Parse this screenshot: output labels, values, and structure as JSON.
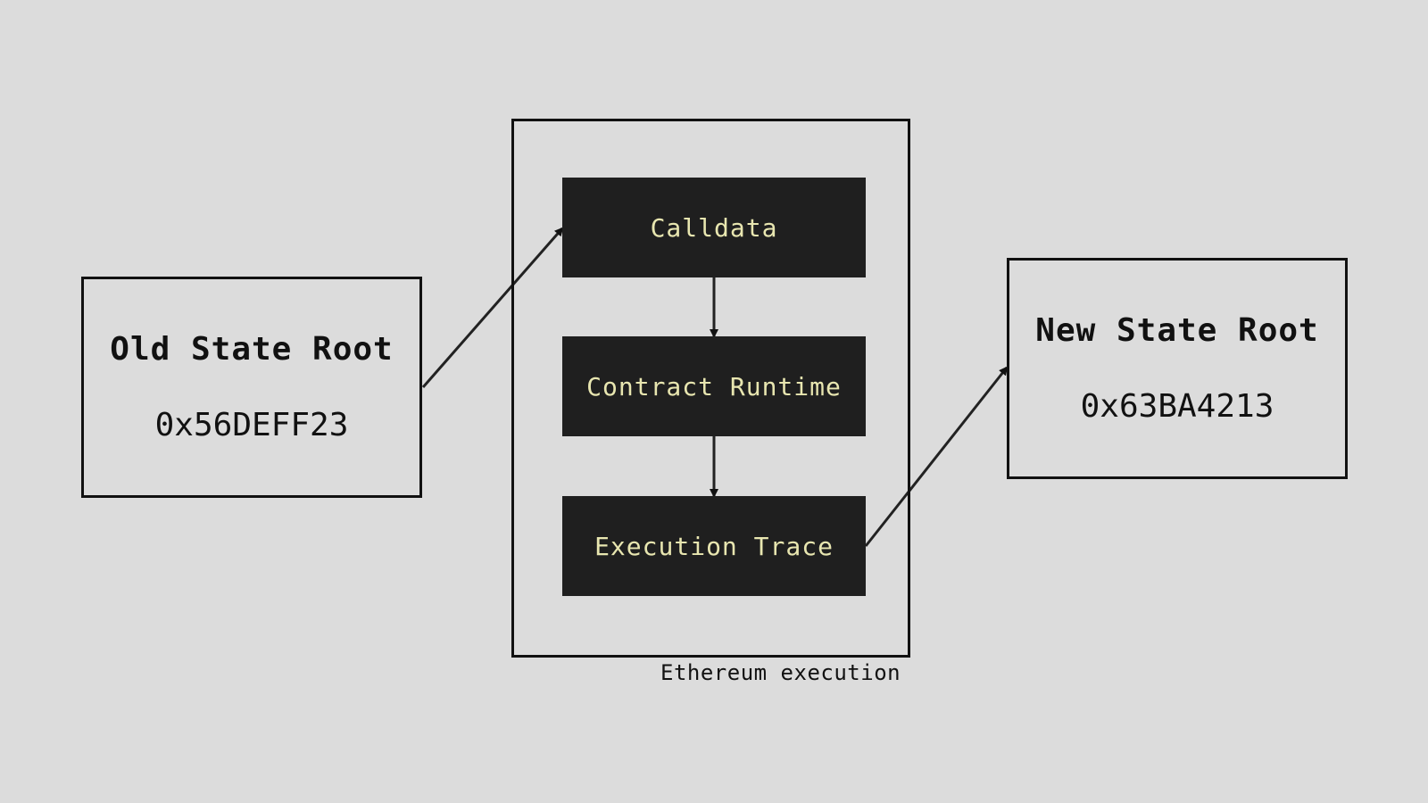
{
  "colors": {
    "background": "#dcdcdc",
    "stroke": "#111111",
    "step_fill": "#1f1f1f",
    "step_text": "#e8e6b0"
  },
  "old_state": {
    "title": "Old State Root",
    "hash": "0x56DEFF23"
  },
  "new_state": {
    "title": "New State Root",
    "hash": "0x63BA4213"
  },
  "execution": {
    "caption": "Ethereum execution",
    "steps": [
      {
        "label": "Calldata"
      },
      {
        "label": "Contract Runtime"
      },
      {
        "label": "Execution Trace"
      }
    ]
  },
  "connectors": [
    {
      "from": "old-state",
      "to": "step-calldata"
    },
    {
      "from": "step-calldata",
      "to": "step-runtime"
    },
    {
      "from": "step-runtime",
      "to": "step-trace"
    },
    {
      "from": "step-trace",
      "to": "new-state"
    }
  ]
}
